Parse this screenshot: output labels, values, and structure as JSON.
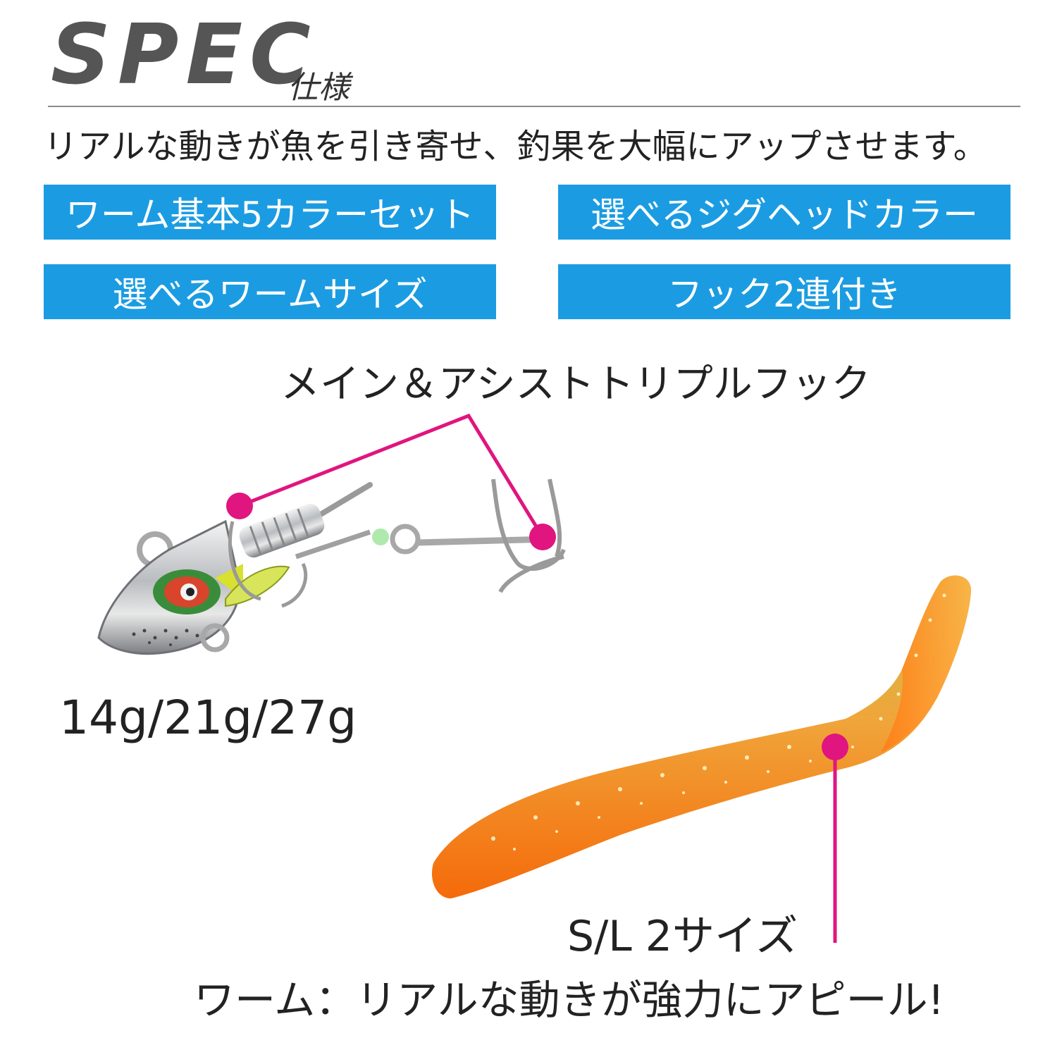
{
  "header": {
    "title": "SPEC",
    "subtitle": "仕様",
    "tagline": "リアルな動きが魚を引き寄せ、釣果を大幅にアップさせます。"
  },
  "badges": [
    "ワーム基本5カラーセット",
    "選べるジグヘッドカラー",
    "選べるワームサイズ",
    "フック2連付き"
  ],
  "callouts": {
    "hook": "メイン＆アシストトリプルフック",
    "weights": "14g/21g/27g",
    "sizes": "S/L 2サイズ",
    "worm": "ワーム：リアルな動きが強力にアピール!"
  },
  "colors": {
    "badge_bg": "#1b9ce2",
    "callout_line": "#e0157f",
    "title_gray": "#555555"
  },
  "icons": {
    "jighead": "fishing-jighead-with-treble-hooks",
    "worm": "orange-soft-worm-lure"
  }
}
